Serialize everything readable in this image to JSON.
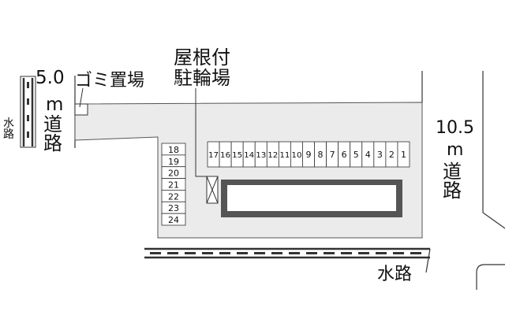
{
  "map": {
    "labels": {
      "road_left_width": "5.0",
      "road_left_unit": "m",
      "road_left_name": [
        "道",
        "路"
      ],
      "road_right_width": "10.5",
      "road_right_unit": "m",
      "road_right_name": [
        "道",
        "路"
      ],
      "waterway_left": [
        "水",
        "路"
      ],
      "waterway_bottom": "水路",
      "garbage": "ゴミ置場",
      "bicycle_parking": [
        "屋根付",
        "駐輪場"
      ]
    },
    "parking_top_row": [
      "17",
      "16",
      "15",
      "14",
      "13",
      "12",
      "11",
      "10",
      "9",
      "8",
      "7",
      "6",
      "5",
      "4",
      "3",
      "2",
      "1"
    ],
    "parking_left_column": [
      "18",
      "19",
      "20",
      "21",
      "22",
      "23",
      "24"
    ],
    "colors": {
      "lot": "#ebebeb",
      "building_border": "#555555",
      "lines": "#333333"
    }
  }
}
